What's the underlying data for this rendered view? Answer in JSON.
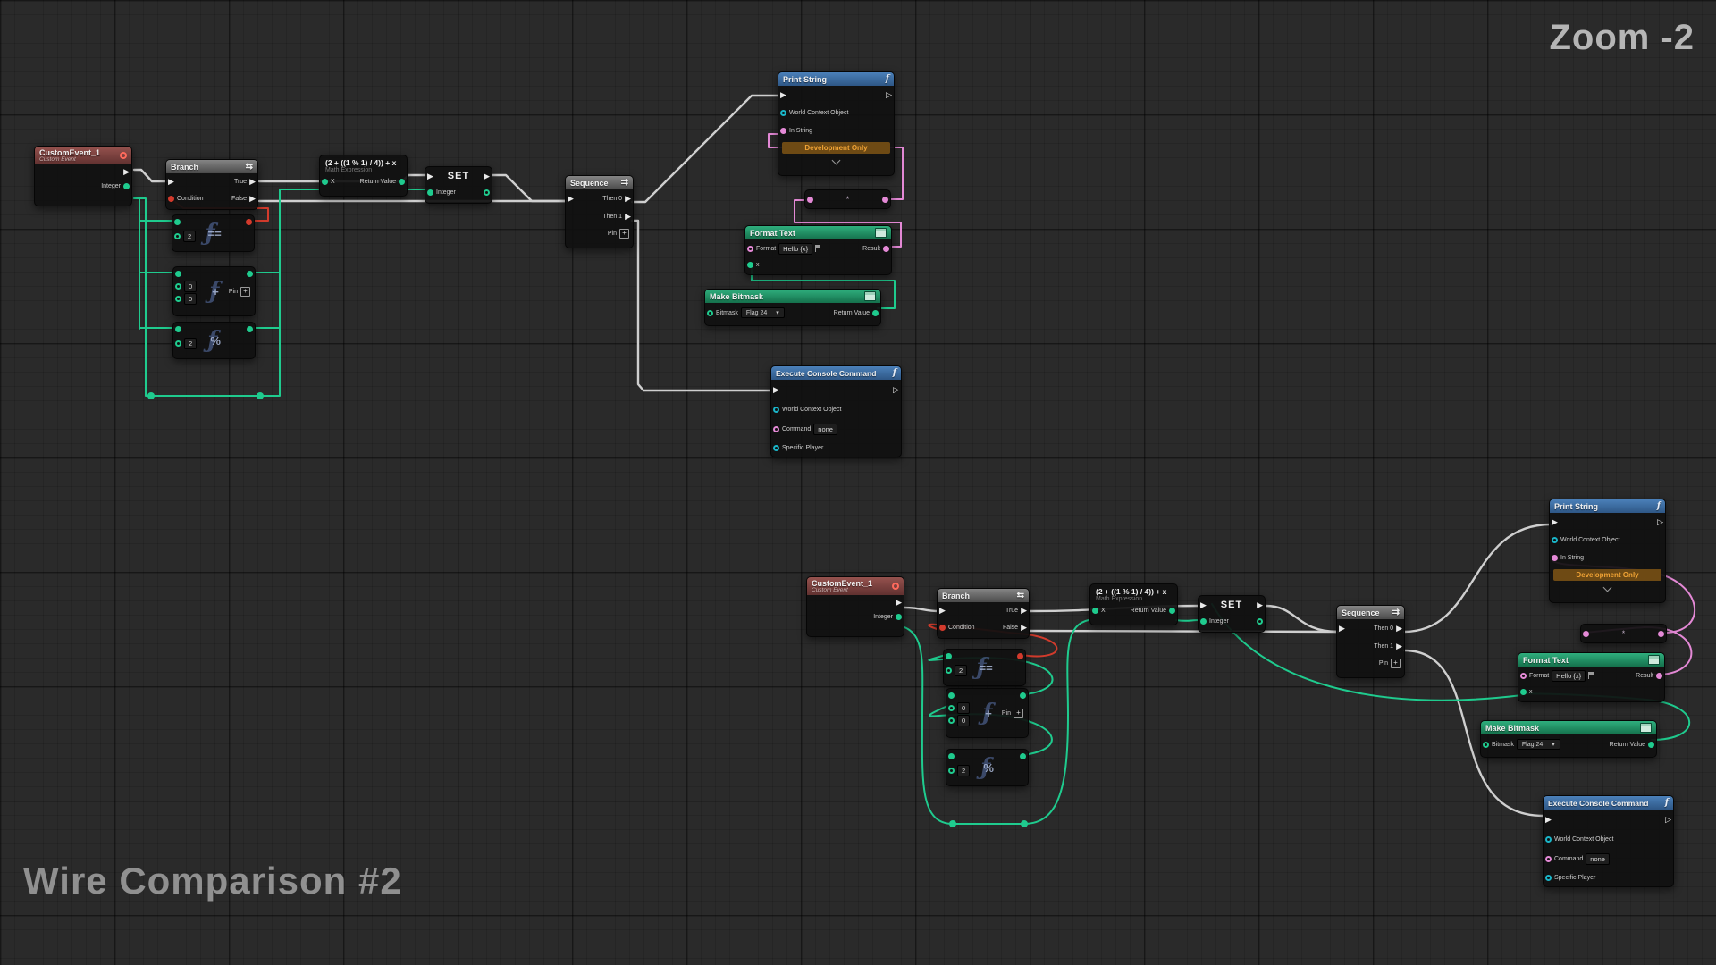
{
  "canvas": {
    "zoom_label": "Zoom -2",
    "comparison_label": "Wire Comparison #2"
  },
  "nodes": {
    "custom_event": {
      "title": "CustomEvent_1",
      "subtitle": "Custom Event",
      "integer_pin": "Integer"
    },
    "branch": {
      "title": "Branch",
      "condition_pin": "Condition",
      "true_pin": "True",
      "false_pin": "False"
    },
    "equals_op": {
      "glyph": "==",
      "value": "2"
    },
    "add_op": {
      "glyph": "+",
      "value_a": "0",
      "value_b": "0",
      "add_pin_label": "Pin"
    },
    "modulo_op": {
      "glyph": "%",
      "value": "2"
    },
    "math_expression": {
      "title": "(2 + ((1 % 1) / 4)) + x",
      "subtitle": "Math Expression",
      "x_pin": "X",
      "return_pin": "Return Value"
    },
    "set": {
      "title": "SET",
      "integer_pin": "Integer"
    },
    "sequence": {
      "title": "Sequence",
      "then0_pin": "Then 0",
      "then1_pin": "Then 1",
      "add_pin_label": "Pin"
    },
    "print_string": {
      "title": "Print String",
      "world_context_pin": "World Context Object",
      "in_string_pin": "In String",
      "dev_only_banner": "Development Only"
    },
    "to_text": {
      "glyph": "*"
    },
    "format_text": {
      "title": "Format Text",
      "format_pin": "Format",
      "format_value": "Hello {x}",
      "result_pin": "Result",
      "x_pin": "x"
    },
    "make_bitmask": {
      "title": "Make Bitmask",
      "bitmask_pin": "Bitmask",
      "bitmask_value": "Flag 24",
      "return_pin": "Return Value"
    },
    "execute_console": {
      "title": "Execute Console Command",
      "world_context_pin": "World Context Object",
      "command_pin": "Command",
      "command_value": "none",
      "specific_player_pin": "Specific Player"
    }
  },
  "icons": {
    "exec_filled": "▶",
    "exec_hollow": "▷",
    "dropdown_arrow": "▾",
    "add_pin": "+",
    "function": "f",
    "sequence": "⇉",
    "branch": "⇆",
    "compact_f": "ƒ"
  },
  "colors": {
    "exec_wire": "#cfcfcf",
    "int_wire": "#1fcb8e",
    "bool_wire": "#d23b2c",
    "string_wire": "#e489d6",
    "object_pin": "#1ab5c8",
    "event_header": "#8a4c4c",
    "function_header": "#3f6fae",
    "pure_header": "#2a9a70",
    "dev_only_bg": "#6e4a14",
    "dev_only_text": "#f0a335"
  }
}
